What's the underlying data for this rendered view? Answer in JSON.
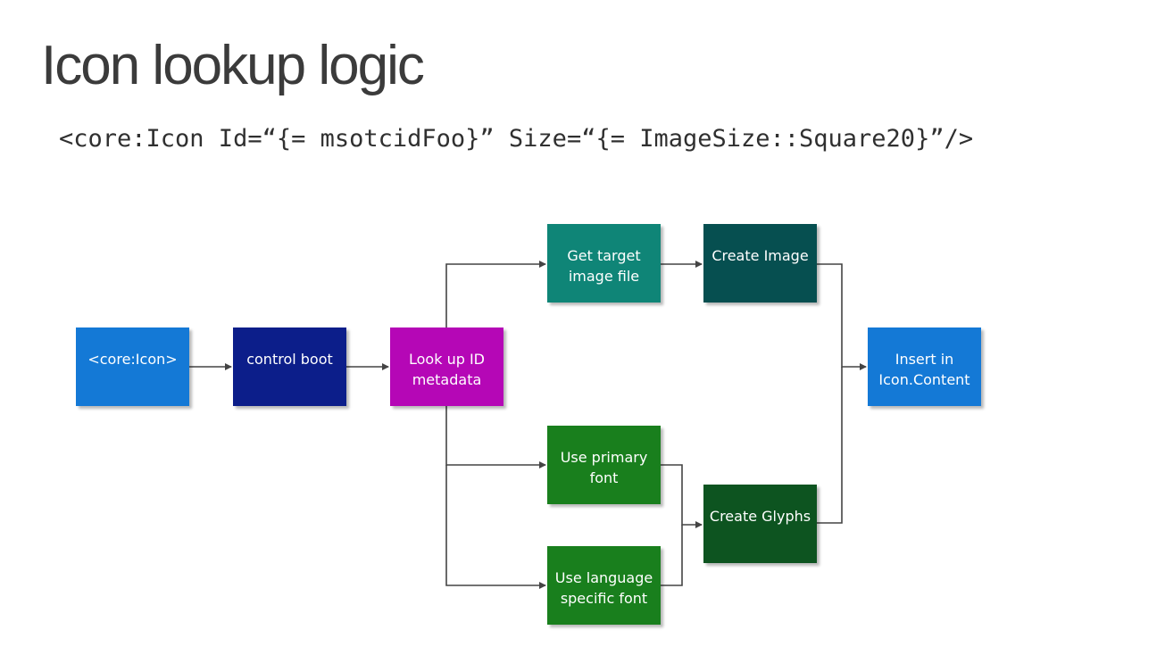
{
  "slide": {
    "title": "Icon lookup logic",
    "code": "<core:Icon Id=“{= msotcidFoo}” Size=“{= ImageSize::Square20}”/>"
  },
  "nodes": {
    "core_icon": {
      "label": "<core:Icon>",
      "color": "#1479d6"
    },
    "control_boot": {
      "label": "control boot",
      "color": "#0c1e8a"
    },
    "look_up_id": {
      "label": "Look up ID metadata",
      "color": "#b507b6"
    },
    "get_target": {
      "label": "Get target image file",
      "color": "#0f8577"
    },
    "create_image": {
      "label": "Create Image",
      "color": "#064f50"
    },
    "insert_in": {
      "label": "Insert in Icon.Content",
      "color": "#1479d6"
    },
    "use_primary": {
      "label": "Use primary font",
      "color": "#197f1d"
    },
    "use_language": {
      "label": "Use language specific font",
      "color": "#197f1d"
    },
    "create_glyphs": {
      "label": "Create Glyphs",
      "color": "#0d5420"
    }
  },
  "edges": [
    {
      "from": "core_icon",
      "to": "control_boot"
    },
    {
      "from": "control_boot",
      "to": "look_up_id"
    },
    {
      "from": "look_up_id",
      "to": "get_target"
    },
    {
      "from": "look_up_id",
      "to": "use_primary"
    },
    {
      "from": "look_up_id",
      "to": "use_language"
    },
    {
      "from": "get_target",
      "to": "create_image"
    },
    {
      "from": "use_primary",
      "to": "create_glyphs"
    },
    {
      "from": "use_language",
      "to": "create_glyphs"
    },
    {
      "from": "create_image",
      "to": "insert_in"
    },
    {
      "from": "create_glyphs",
      "to": "insert_in"
    }
  ]
}
